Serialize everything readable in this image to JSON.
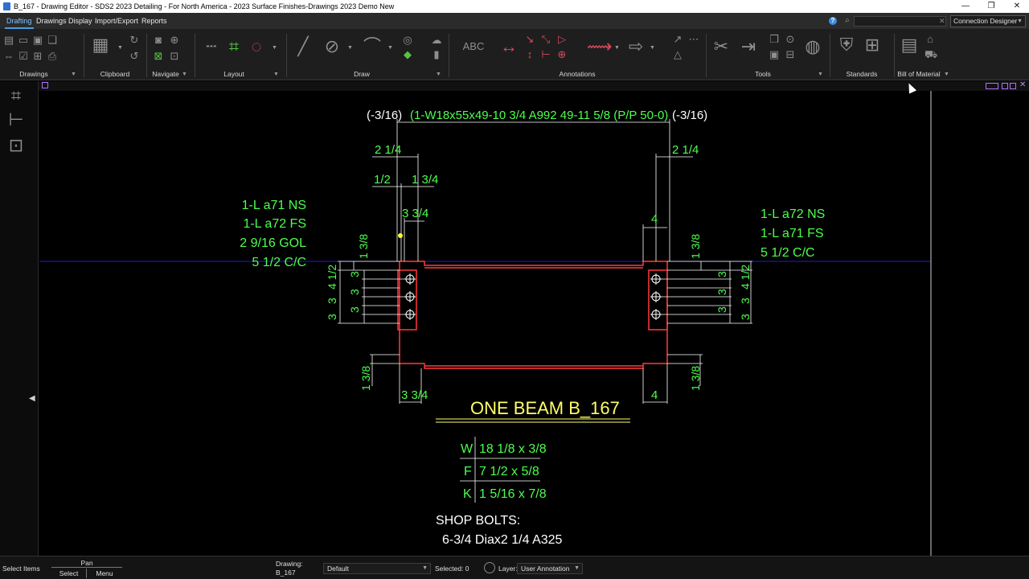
{
  "window": {
    "title": "B_167 - Drawing Editor - SDS2 2023 Detailing - For North America - 2023 Surface Finishes-Drawings 2023 Demo New",
    "minimize": "—",
    "restore": "❐",
    "close": "✕"
  },
  "menu": {
    "tabs": [
      "Drafting",
      "Drawings",
      "Display",
      "Import/Export",
      "Reports"
    ],
    "help": "?",
    "search_placeholder": "",
    "connection_designer": "Connection Designer"
  },
  "ribbon": {
    "groups": [
      "Drawings",
      "Clipboard",
      "Navigate",
      "Layout",
      "Draw",
      "Annotations",
      "Tools",
      "Standards",
      "Bill of Material"
    ]
  },
  "drawing": {
    "colors": {
      "member": "#ff3a3a",
      "dimension": "#ffffff",
      "annotation": "#4dff4d",
      "title": "#ffff66",
      "guide": "#2a2aff"
    },
    "top_callout": {
      "left_weld": "(-3/16)",
      "member_desc": "(1-W18x55x49-10 3/4  A992  49-11 5/8  (P/P 50-0)",
      "right_weld": "(-3/16)"
    },
    "dims_left": {
      "d1": "2 1/4",
      "d2": "1/2",
      "d3": "1 3/4",
      "d4": "3 3/4",
      "d5": "1 3/8",
      "d6": "4 1/2",
      "d7": "3",
      "d8": "3",
      "d9": "3",
      "d10": "3",
      "d11": "3",
      "bottom_a": "1 3/8",
      "bottom_b": "3 3/4"
    },
    "dims_right": {
      "d1": "2 1/4",
      "d2": "4",
      "d3": "1 3/8",
      "d4": "4 1/2",
      "d5": "3",
      "d6": "3",
      "d7": "3",
      "d8": "3",
      "d9": "3",
      "bottom_a": "4",
      "bottom_b": "1 3/8"
    },
    "left_note": [
      "1-L a71 NS",
      "1-L a72 FS",
      "2 9/16 GOL",
      "5 1/2 C/C"
    ],
    "right_note": [
      "1-L a72 NS",
      "1-L a71 FS",
      "5 1/2 C/C"
    ],
    "beam_title": "ONE BEAM B_167",
    "flange_table": [
      {
        "key": "W",
        "value": "18 1/8 x 3/8"
      },
      {
        "key": "F",
        "value": "7 1/2 x 5/8"
      },
      {
        "key": "K",
        "value": "1 5/16 x 7/8"
      }
    ],
    "shop_bolts_title": "SHOP BOLTS:",
    "shop_bolts_value": "6-3/4 Diax2 1/4 A325"
  },
  "status": {
    "select_items": "Select Items",
    "mouse_top": "Pan",
    "mouse_left": "Select",
    "mouse_right": "Menu",
    "drawing_label": "Drawing:",
    "drawing_value": "B_167",
    "view_value": "Default",
    "selected": "Selected: 0",
    "layer_label": "Layer:",
    "layer_value": "User Annotation"
  }
}
